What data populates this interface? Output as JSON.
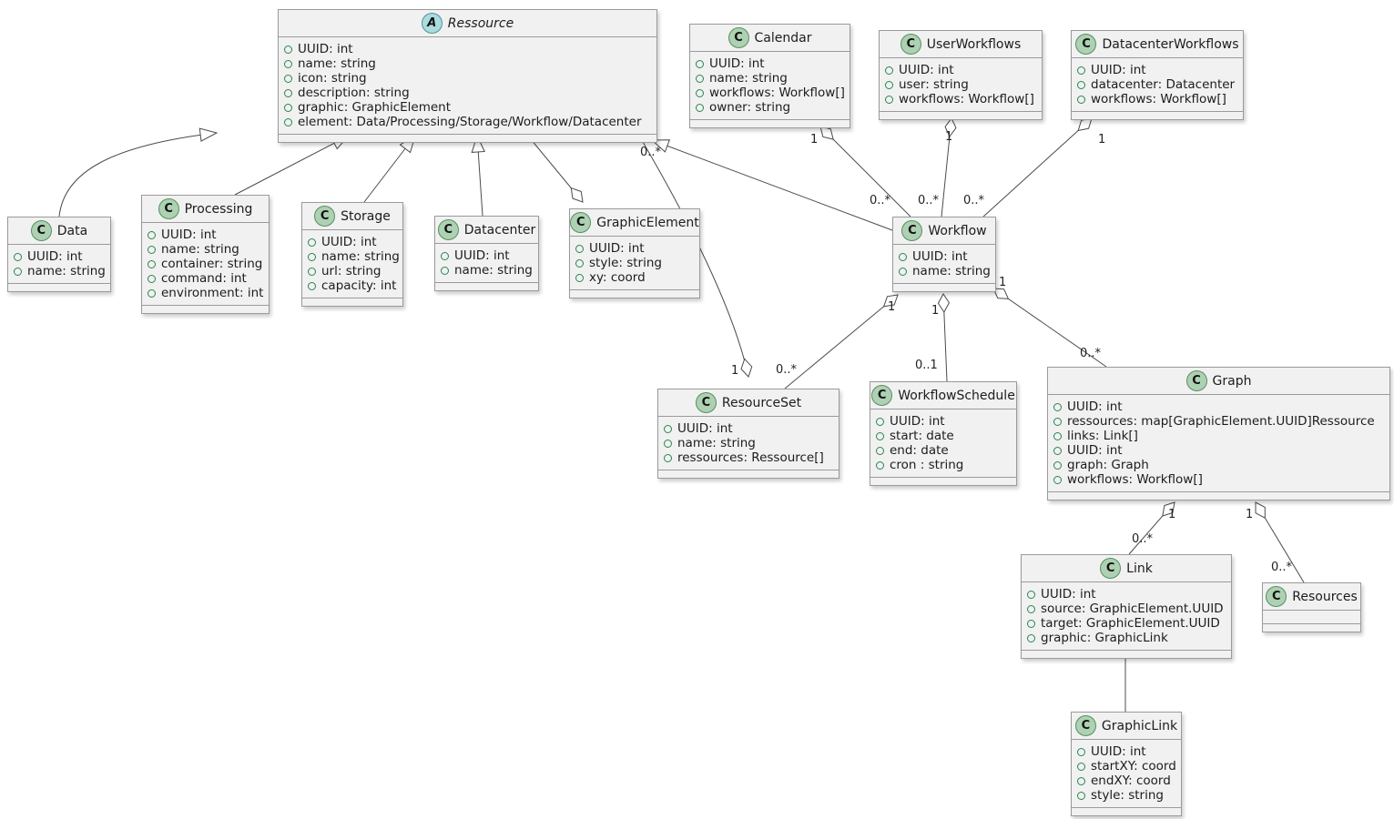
{
  "diagram_type": "uml-class-diagram",
  "colors": {
    "class_fill": "#f1f1f1",
    "class_border": "#9a9a9a",
    "class_icon_fill": "#ADD1B2",
    "abstract_icon_fill": "#A9DCDF",
    "field_icon_green": "#27864f",
    "edge_color": "#4b4b4b",
    "background": "#ffffff"
  },
  "classes": [
    {
      "id": "ressource",
      "name": "Ressource",
      "icon_letter": "A",
      "kind": "abstract class",
      "attributes": [
        "UUID: int",
        "name: string",
        "icon: string",
        "description: string",
        "graphic: GraphicElement",
        "element: Data/Processing/Storage/Workflow/Datacenter"
      ]
    },
    {
      "id": "calendar",
      "name": "Calendar",
      "icon_letter": "C",
      "kind": "class",
      "attributes": [
        "UUID: int",
        "name: string",
        "workflows: Workflow[]",
        "owner: string"
      ]
    },
    {
      "id": "userworkflows",
      "name": "UserWorkflows",
      "icon_letter": "C",
      "kind": "class",
      "attributes": [
        "UUID: int",
        "user: string",
        "workflows: Workflow[]"
      ]
    },
    {
      "id": "datacenterworkflows",
      "name": "DatacenterWorkflows",
      "icon_letter": "C",
      "kind": "class",
      "attributes": [
        "UUID: int",
        "datacenter: Datacenter",
        "workflows: Workflow[]"
      ]
    },
    {
      "id": "data",
      "name": "Data",
      "icon_letter": "C",
      "kind": "class",
      "attributes": [
        "UUID: int",
        "name: string"
      ]
    },
    {
      "id": "processing",
      "name": "Processing",
      "icon_letter": "C",
      "kind": "class",
      "attributes": [
        "UUID: int",
        "name: string",
        "container: string",
        "command: int",
        "environment: int"
      ]
    },
    {
      "id": "storage",
      "name": "Storage",
      "icon_letter": "C",
      "kind": "class",
      "attributes": [
        "UUID: int",
        "name: string",
        "url: string",
        "capacity: int"
      ]
    },
    {
      "id": "datacenter",
      "name": "Datacenter",
      "icon_letter": "C",
      "kind": "class",
      "attributes": [
        "UUID: int",
        "name: string"
      ]
    },
    {
      "id": "graphicelement",
      "name": "GraphicElement",
      "icon_letter": "C",
      "kind": "class",
      "attributes": [
        "UUID: int",
        "style: string",
        "xy: coord"
      ]
    },
    {
      "id": "workflow",
      "name": "Workflow",
      "icon_letter": "C",
      "kind": "class",
      "attributes": [
        "UUID: int",
        "name: string"
      ]
    },
    {
      "id": "resourceset",
      "name": "ResourceSet",
      "icon_letter": "C",
      "kind": "class",
      "attributes": [
        "UUID: int",
        "name: string",
        "ressources: Ressource[]"
      ]
    },
    {
      "id": "workflowschedule",
      "name": "WorkflowSchedule",
      "icon_letter": "C",
      "kind": "class",
      "attributes": [
        "UUID: int",
        "start: date",
        "end: date",
        "cron : string"
      ]
    },
    {
      "id": "graph",
      "name": "Graph",
      "icon_letter": "C",
      "kind": "class",
      "attributes": [
        "UUID: int",
        "ressources: map[GraphicElement.UUID]Ressource",
        "links: Link[]",
        "UUID: int",
        "graph: Graph",
        "workflows: Workflow[]"
      ]
    },
    {
      "id": "link",
      "name": "Link",
      "icon_letter": "C",
      "kind": "class",
      "attributes": [
        "UUID: int",
        "source: GraphicElement.UUID",
        "target: GraphicElement.UUID",
        "graphic: GraphicLink"
      ]
    },
    {
      "id": "resources",
      "name": "Resources",
      "icon_letter": "C",
      "kind": "class",
      "attributes": []
    },
    {
      "id": "graphiclink",
      "name": "GraphicLink",
      "icon_letter": "C",
      "kind": "class",
      "attributes": [
        "UUID: int",
        "startXY: coord",
        "endXY: coord",
        "style: string"
      ]
    }
  ],
  "labels": [
    {
      "id": "calendar-workflow-1",
      "text": "1"
    },
    {
      "id": "calendar-workflow-many",
      "text": "0..*"
    },
    {
      "id": "userworkflows-workflow-1",
      "text": "1"
    },
    {
      "id": "userworkflows-workflow-many",
      "text": "0..*"
    },
    {
      "id": "datacenterworkflows-workflow-1",
      "text": "1"
    },
    {
      "id": "datacenterworkflows-workflow-many",
      "text": "0..*"
    },
    {
      "id": "resourceset-ressource-many",
      "text": "0..*"
    },
    {
      "id": "resourceset-ressource-1",
      "text": "1"
    },
    {
      "id": "workflow-resourceset-many",
      "text": "0..*"
    },
    {
      "id": "workflow-resourceset-1",
      "text": "1"
    },
    {
      "id": "workflow-schedule-1",
      "text": "1"
    },
    {
      "id": "workflow-schedule-01",
      "text": "0..1"
    },
    {
      "id": "workflow-graph-1",
      "text": "1"
    },
    {
      "id": "workflow-graph-many",
      "text": "0..*"
    },
    {
      "id": "graph-link-1",
      "text": "1"
    },
    {
      "id": "graph-link-many",
      "text": "0..*"
    },
    {
      "id": "graph-resources-1",
      "text": "1"
    },
    {
      "id": "graph-resources-many",
      "text": "0..*"
    }
  ]
}
